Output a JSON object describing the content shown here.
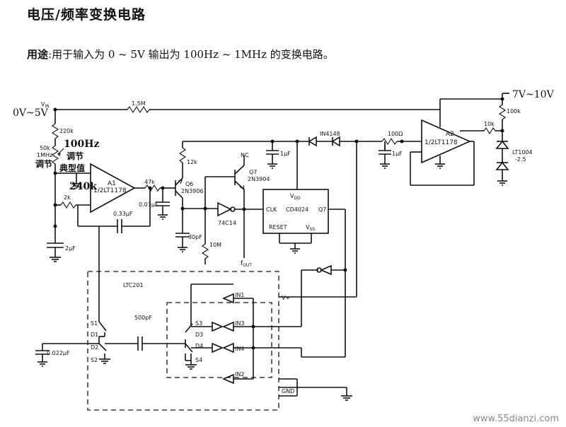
{
  "title": "电压/频率变换电路",
  "usage": {
    "label": "用途",
    "text": ":用于输入为 0 ~ 5V 输出为 100Hz ~ 1MHz 的变换电路。"
  },
  "labels": {
    "vin": "V",
    "vin_sub": "IN",
    "vin_range": "0V~5V",
    "r_1_5m": "1.5M",
    "r_220k": "220k",
    "pot_50k": "50k",
    "pot_1mhz": "1MHz",
    "pot_adjust_left": "调节",
    "hz100": "100Hz",
    "adjust_right": "调节",
    "typical": "典型值",
    "val_240k": "240k",
    "r_2k": "2k",
    "a1": "A1",
    "a1_part": "1/2LT1178",
    "c_033": "0.33μF",
    "c_2uf": "2μF",
    "r_47k": "47k",
    "c_001": "0.01μF",
    "r_12k": "12k",
    "q6": "Q6",
    "q6_part": "2N3906",
    "c_30pf": "30pF",
    "nc": "NC",
    "q7": "Q7",
    "q7_part": "2N3904",
    "inv": "74C14",
    "r_10m": "10M",
    "fout": "f",
    "fout_sub": "OUT",
    "c_1uf_a": "1μF",
    "diode": "IN4148",
    "vdd": "V",
    "vdd_sub": "DD",
    "clk": "CLK",
    "cd4024": "CD4024",
    "q7pin": "Q7",
    "reset": "RESET",
    "vss": "V",
    "vss_sub": "SS",
    "r_100": "100Ω",
    "c_1uf_b": "1μF",
    "a2": "A2",
    "a2_part": "1/2LT1178",
    "r_10k": "10k",
    "r_100k": "100k",
    "supply": "7V~10V",
    "lt1004": "LT1004",
    "lt1004_v": "-2.5",
    "ltc201": "LTC201",
    "c_500pf": "500pF",
    "s1": "S1",
    "d1": "D1",
    "d2": "D2",
    "s2": "S2",
    "s3": "S3",
    "d3": "D3",
    "d4": "D4",
    "s4": "S4",
    "in1": "IN1",
    "in3": "IN3",
    "in4": "IN4",
    "in2": "IN2",
    "vplus": "V+",
    "gnd": "GND",
    "c_0022": "0.022μF"
  },
  "watermark": "www.55dianzi.com"
}
